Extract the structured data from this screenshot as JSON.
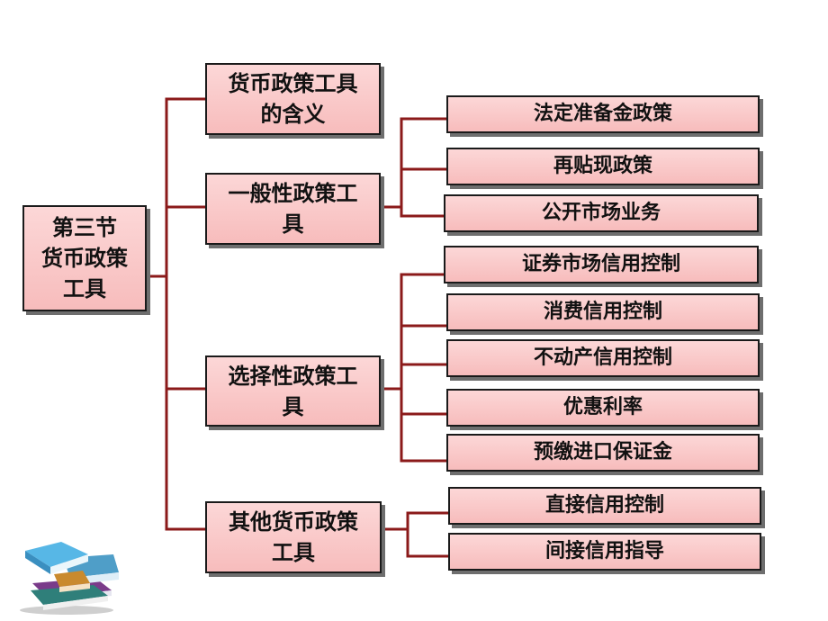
{
  "diagram": {
    "root": "第三节\n货币政策\n工具",
    "categories": [
      {
        "label": "货币政策工具\n的含义",
        "items": []
      },
      {
        "label": "一般性政策工\n具",
        "items": [
          "法定准备金政策",
          "再贴现政策",
          "公开市场业务"
        ]
      },
      {
        "label": "选择性政策工\n具",
        "items": [
          "证券市场信用控制",
          "消费信用控制",
          "不动产信用控制",
          "优惠利率",
          "预缴进口保证金"
        ]
      },
      {
        "label": "其他货币政策\n工具",
        "items": [
          "直接信用控制",
          "间接信用指导"
        ]
      }
    ]
  },
  "colors": {
    "connector": "#8b1a1a",
    "box_fill": "#f9c9c9",
    "box_border": "#1a1a1a"
  },
  "icons": {
    "decoration": "books-stack-icon"
  }
}
